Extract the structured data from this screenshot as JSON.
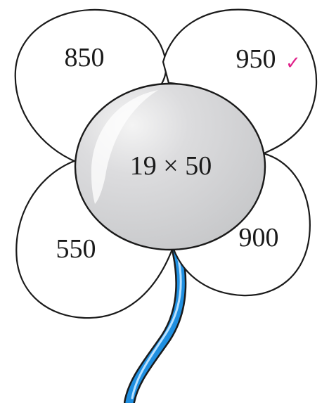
{
  "flower": {
    "center_expression": "19 × 50",
    "petals": {
      "top_left": "850",
      "top_right": "950",
      "bottom_left": "550",
      "bottom_right": "900"
    },
    "check_mark": "✓",
    "correct_petal": "top_right"
  },
  "colors": {
    "outline": "#1a1a1a",
    "petal_fill": "#ffffff",
    "center_fill": "#cfd0d2",
    "center_highlight": "#f2f2f2",
    "stem": "#1f8fe0",
    "check": "#e0218a"
  }
}
